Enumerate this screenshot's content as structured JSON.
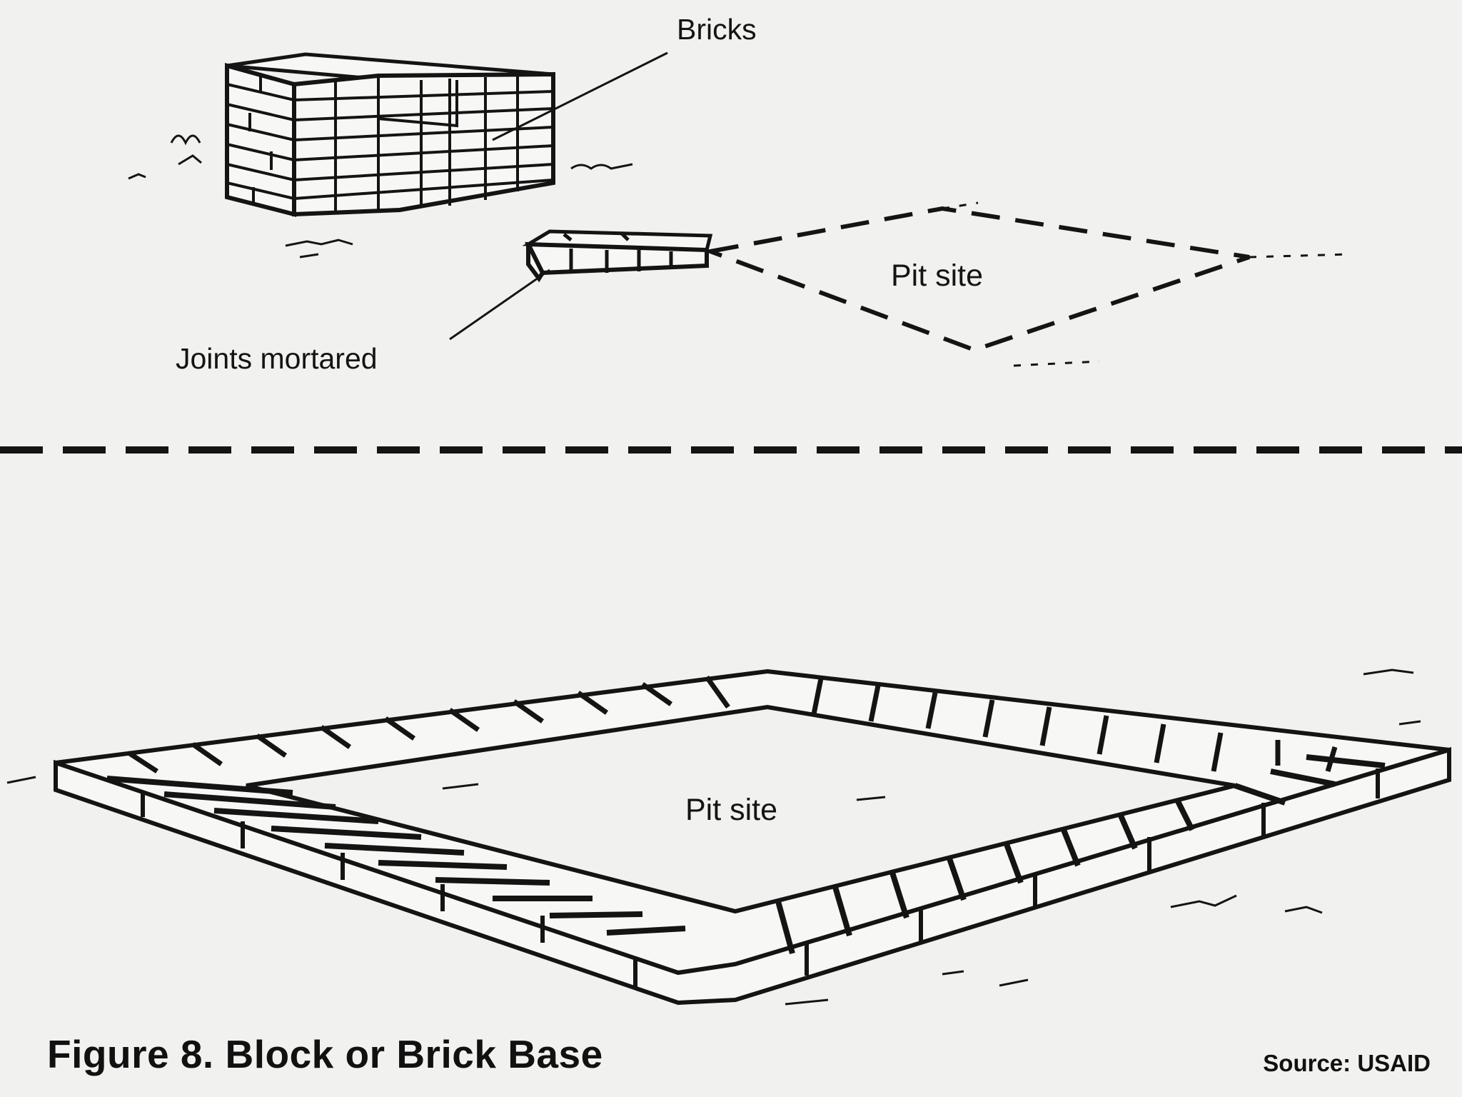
{
  "labels": {
    "bricks": "Bricks",
    "joints": "Joints mortared",
    "pit_top": "Pit site",
    "pit_bottom": "Pit site"
  },
  "caption": "Figure 8. Block or Brick Base",
  "source": "Source: USAID",
  "colors": {
    "ink": "#141414",
    "paper": "#f1f1ef"
  }
}
